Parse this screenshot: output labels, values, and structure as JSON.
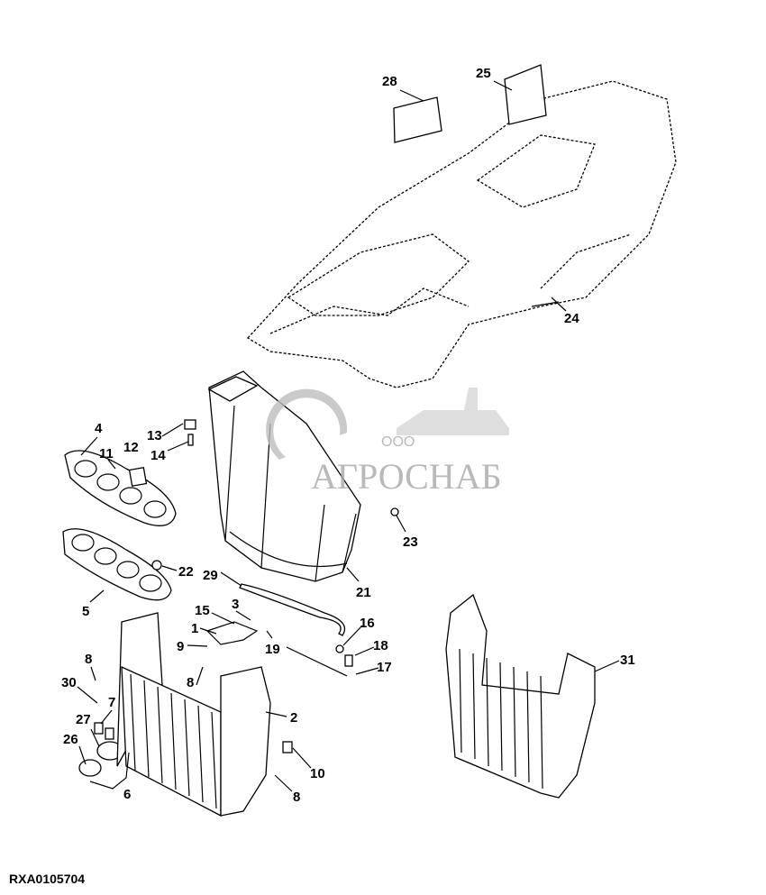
{
  "diagram": {
    "figure_code": "RXA0105704",
    "watermark": {
      "prefix": "ООО",
      "name": "АГРОСНАБ"
    },
    "callouts": [
      "28",
      "25",
      "24",
      "4",
      "11",
      "12",
      "13",
      "14",
      "23",
      "22",
      "5",
      "29",
      "21",
      "3",
      "15",
      "1",
      "9",
      "19",
      "16",
      "18",
      "17",
      "31",
      "8",
      "30",
      "7",
      "8",
      "2",
      "27",
      "26",
      "10",
      "6",
      "8"
    ]
  }
}
